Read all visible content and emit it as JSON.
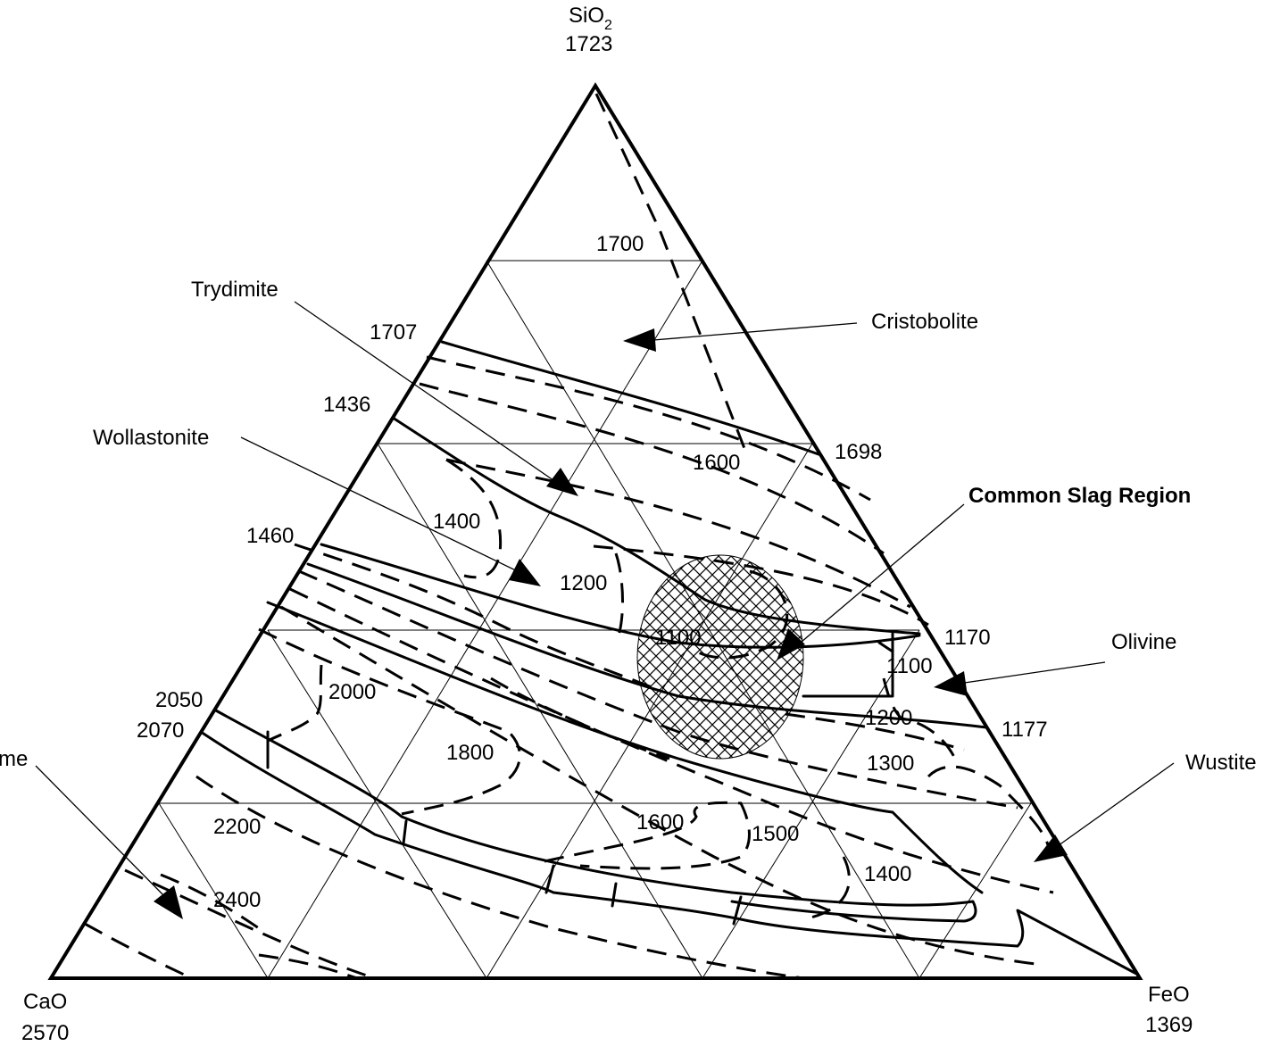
{
  "vertices": {
    "top": {
      "formula": "SiO",
      "subscript": "2",
      "temperature": "1723"
    },
    "left": {
      "formula": "CaO",
      "temperature": "2570"
    },
    "right": {
      "formula": "FeO",
      "temperature": "1369"
    }
  },
  "phases": {
    "trydimite": "Trydimite",
    "cristobolite": "Cristobolite",
    "wollastonite": "Wollastonite",
    "slag_region": "Common Slag Region",
    "olivine": "Olivine",
    "wustite": "Wustite",
    "lime_partial": "me"
  },
  "edge_temperatures": {
    "t1707": "1707",
    "t1436": "1436",
    "t1460": "1460",
    "t2050": "2050",
    "t2070": "2070",
    "t1698": "1698",
    "t1170": "1170",
    "t1177": "1177"
  },
  "isotherms": {
    "i1700": "1700",
    "i1600a": "1600",
    "i1400a": "1400",
    "i1200a": "1200",
    "i1100a": "1100",
    "i1100b": "1100",
    "i1200b": "1200",
    "i1300": "1300",
    "i2000": "2000",
    "i1800": "1800",
    "i2200": "2200",
    "i2400": "2400",
    "i1600b": "1600",
    "i1500": "1500",
    "i1400b": "1400"
  }
}
